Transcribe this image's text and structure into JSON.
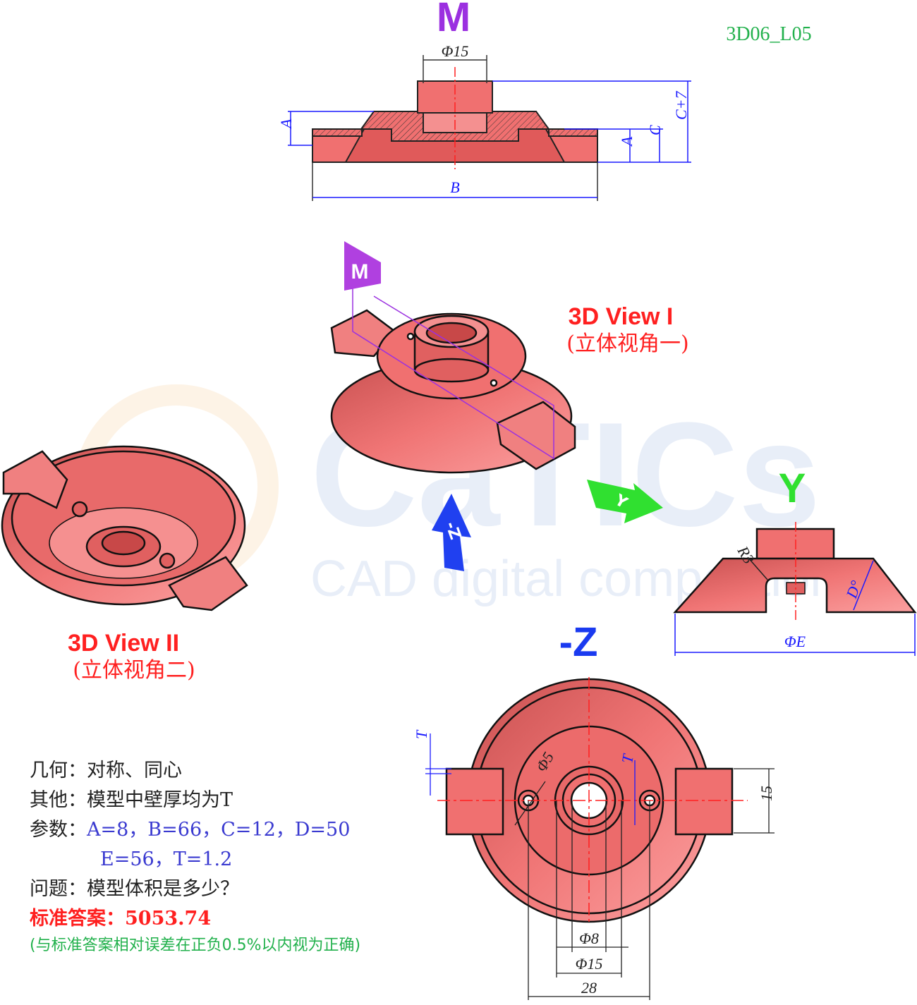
{
  "drawing_id": "3D06_L05",
  "views": {
    "section_label": "M",
    "view1_title": "3D View I",
    "view1_subtitle": "(立体视角一)",
    "view2_title": "3D View II",
    "view2_subtitle": "(立体视角二)",
    "y_label": "Y",
    "z_label": "-Z",
    "plane_marker": "M",
    "arrow_y": "Y",
    "arrow_z": "-Z"
  },
  "watermark": {
    "logo": "CaTICs",
    "tagline": "CAD digital competition"
  },
  "dimensions": {
    "top": {
      "phi15": "Φ15",
      "A_left": "A",
      "A_right": "A",
      "C": "C",
      "C7": "C+7",
      "B": "B"
    },
    "side": {
      "R3": "R3",
      "D": "D°",
      "E": "ΦE"
    },
    "bottom": {
      "T_left": "T",
      "T_right": "T",
      "phi5": "Φ5",
      "w15": "15",
      "phi8": "Φ8",
      "phi15": "Φ15",
      "w28": "28"
    }
  },
  "info": {
    "geometry_label": "几何：",
    "geometry_value": "对称、同心",
    "other_label": "其他：",
    "other_value": "模型中壁厚均为T",
    "params_label": "参数：",
    "params_line1": "A=8，B=66，C=12，D=50",
    "params_line2": "E=56，T=1.2",
    "question_label": "问题：",
    "question_value": "模型体积是多少？",
    "answer_label": "标准答案：",
    "answer_value": "5053.74",
    "tolerance_note": "(与标准答案相对误差在正负0.5%以内视为正确)"
  },
  "colors": {
    "part": "#f07070",
    "dim_blue": "#1a1aff",
    "section_purple": "#9b30e0",
    "green": "#22b14c",
    "red": "#ff2020"
  }
}
